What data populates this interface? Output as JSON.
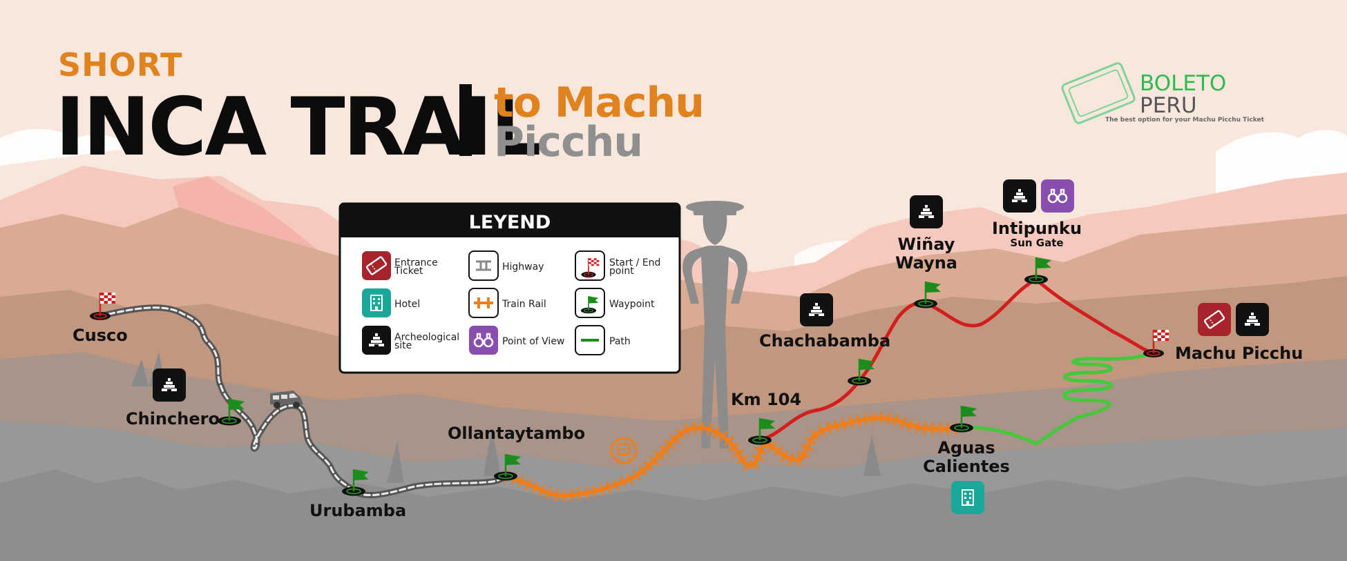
{
  "title": {
    "prefix": "SHORT",
    "main": "INCA TRAIL",
    "separator": "|",
    "suffix_line1": "to Machu",
    "suffix_line2": "Picchu"
  },
  "brand": {
    "name_line1": "BOLETO",
    "name_line2": "PERU",
    "tagline": "The best option for your Machu Picchu Ticket",
    "color": "#2dbb4e"
  },
  "legend": {
    "title": "LEYEND",
    "items": [
      {
        "label_line1": "Entrance",
        "label_line2": "Ticket",
        "icon": "ticket-icon"
      },
      {
        "label_line1": "Highway",
        "label_line2": "",
        "icon": "highway-icon"
      },
      {
        "label_line1": "Start / End",
        "label_line2": "point",
        "icon": "checkered-flag-icon"
      },
      {
        "label_line1": "Hotel",
        "label_line2": "",
        "icon": "hotel-icon"
      },
      {
        "label_line1": "Train Rail",
        "label_line2": "",
        "icon": "train-rail-icon"
      },
      {
        "label_line1": "Waypoint",
        "label_line2": "",
        "icon": "waypoint-flag-icon"
      },
      {
        "label_line1": "Archeological",
        "label_line2": "site",
        "icon": "ruins-icon"
      },
      {
        "label_line1": "Point of View",
        "label_line2": "",
        "icon": "binoculars-icon"
      },
      {
        "label_line1": "Path",
        "label_line2": "",
        "icon": "path-icon"
      }
    ]
  },
  "places": {
    "cusco": "Cusco",
    "chinchero": "Chinchero",
    "urubamba": "Urubamba",
    "ollantaytambo": "Ollantaytambo",
    "km104": "Km 104",
    "chachabamba": "Chachabamba",
    "winay_line1": "Wiñay",
    "winay_line2": "Wayna",
    "intipunku": "Intipunku",
    "intipunku_sub": "Sun Gate",
    "aguas_line1": "Aguas",
    "aguas_line2": "Calientes",
    "machu_picchu": "Machu Picchu"
  },
  "colors": {
    "background": "#f7e6dc",
    "title_accent": "#e0821d",
    "title_gray": "#8f8f8f",
    "highway": "#e8e8e8",
    "train_rail": "#ef7e1a",
    "trail_red": "#d41d1d",
    "path_green": "#43c93a",
    "waypoint_green": "#1c8d1c",
    "ticket_red": "#a8242c",
    "hotel_teal": "#1aa89a",
    "viewpoint_purple": "#8a4db0"
  }
}
